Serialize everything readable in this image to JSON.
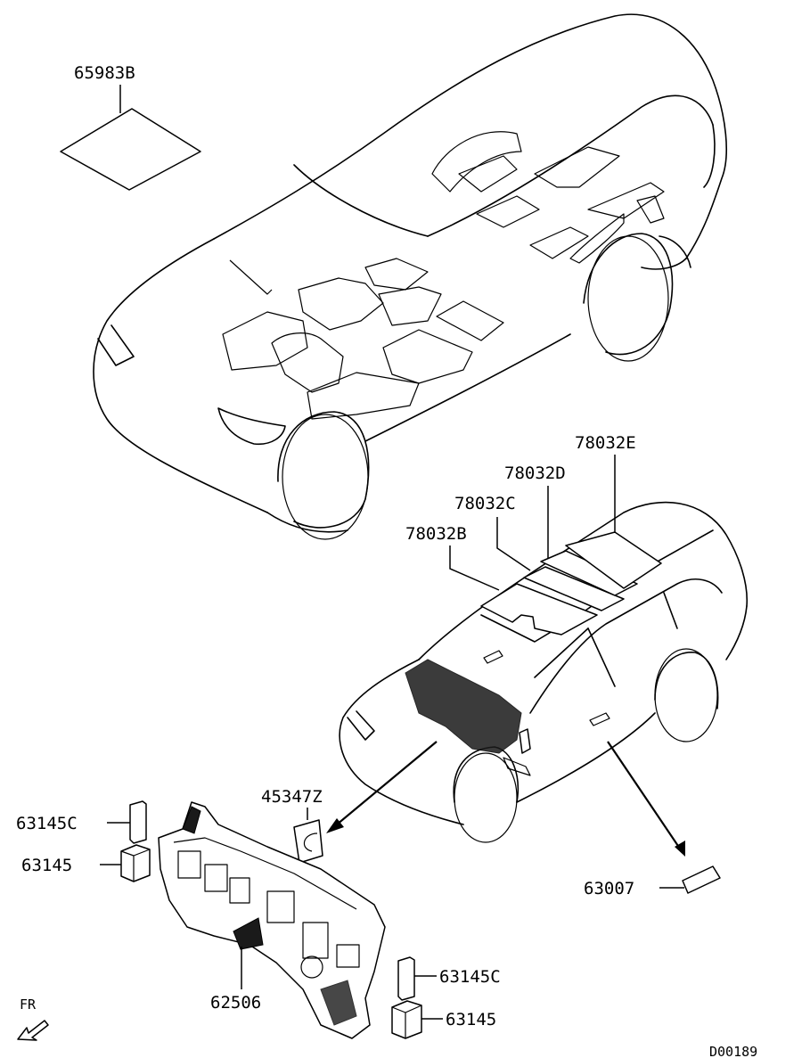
{
  "labels": {
    "p65983B": "65983B",
    "p78032E": "78032E",
    "p78032D": "78032D",
    "p78032C": "78032C",
    "p78032B": "78032B",
    "p45347Z": "45347Z",
    "p63145C_left": "63145C",
    "p63145_left": "63145",
    "p62506": "62506",
    "p63145C_right": "63145C",
    "p63145_right": "63145",
    "p63007": "63007"
  },
  "direction": {
    "label": "FR",
    "icon": "front-arrow-icon"
  },
  "diagram_code": "D00189"
}
